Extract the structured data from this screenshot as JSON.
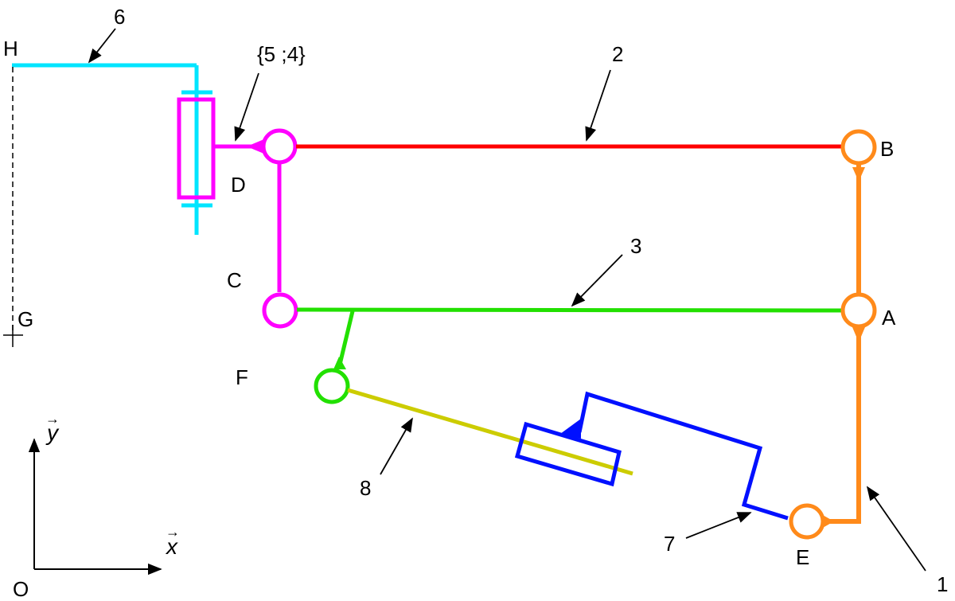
{
  "colors": {
    "link1": "#ff8a1a",
    "link2": "#ff0000",
    "link3": "#22e000",
    "link45": "#ff00ff",
    "link6": "#00e5ff",
    "link7": "#0010ff",
    "link8": "#cccc00",
    "ink": "#000000"
  },
  "points": {
    "A": "A",
    "B": "B",
    "C": "C",
    "D": "D",
    "E": "E",
    "F": "F",
    "G": "G",
    "H": "H",
    "O": "O"
  },
  "links": {
    "l1": "1",
    "l2": "2",
    "l3": "3",
    "l45": "{5 ;4}",
    "l6": "6",
    "l7": "7",
    "l8": "8"
  },
  "axes": {
    "x": "x",
    "y": "y",
    "arrow": "→"
  }
}
